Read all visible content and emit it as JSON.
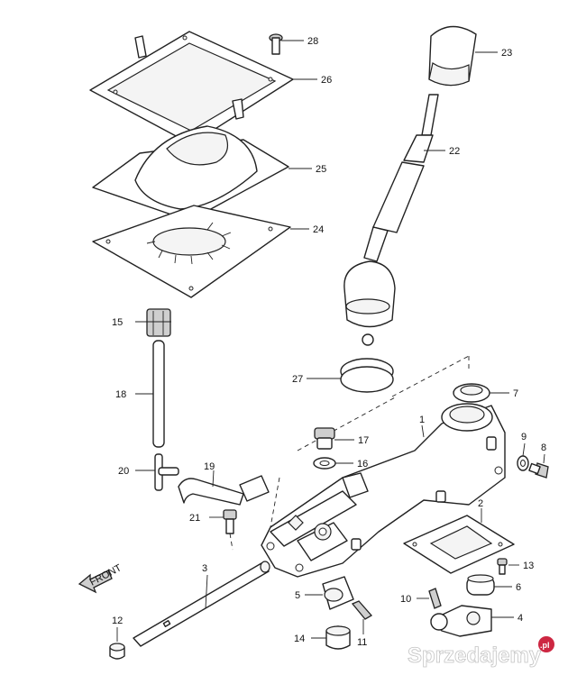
{
  "callouts": {
    "c1": "1",
    "c2": "2",
    "c3": "3",
    "c4": "4",
    "c5": "5",
    "c6": "6",
    "c7": "7",
    "c8": "8",
    "c9": "9",
    "c10": "10",
    "c11": "11",
    "c12": "12",
    "c13": "13",
    "c14": "14",
    "c15": "15",
    "c16": "16",
    "c17": "17",
    "c18": "18",
    "c19": "19",
    "c20": "20",
    "c21": "21",
    "c22": "22",
    "c23": "23",
    "c24": "24",
    "c25": "25",
    "c26": "26",
    "c27": "27",
    "c28": "28"
  },
  "direction_label": "FRONT",
  "watermark": {
    "text": "Sprzedajemy",
    "suffix": ".pl",
    "color": "#c8102e"
  }
}
